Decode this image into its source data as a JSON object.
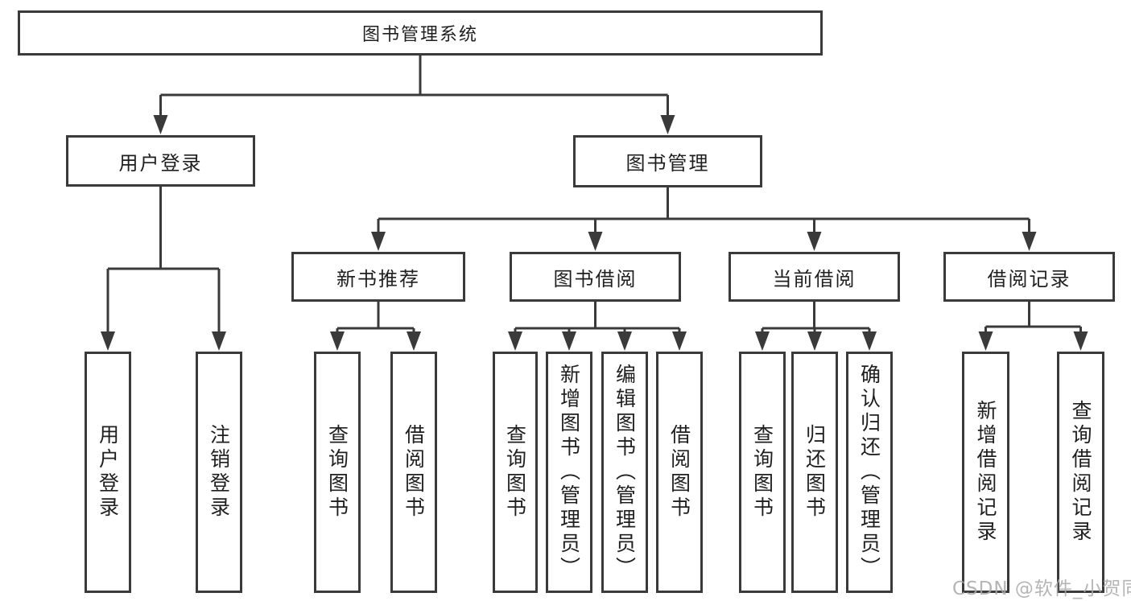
{
  "diagram": {
    "root": "图书管理系统",
    "branches": [
      {
        "label": "用户登录",
        "children": [
          {
            "label": "用户登录"
          },
          {
            "label": "注销登录"
          }
        ]
      },
      {
        "label": "图书管理",
        "children": [
          {
            "label": "新书推荐",
            "children": [
              {
                "label": "查询图书"
              },
              {
                "label": "借阅图书"
              }
            ]
          },
          {
            "label": "图书借阅",
            "children": [
              {
                "label": "查询图书"
              },
              {
                "label": "新增图书（管理员）"
              },
              {
                "label": "编辑图书（管理员）"
              },
              {
                "label": "借阅图书"
              }
            ]
          },
          {
            "label": "当前借阅",
            "children": [
              {
                "label": "查询图书"
              },
              {
                "label": "归还图书"
              },
              {
                "label": "确认归还（管理员）"
              }
            ]
          },
          {
            "label": "借阅记录",
            "children": [
              {
                "label": "新增借阅记录"
              },
              {
                "label": "查询借阅记录"
              }
            ]
          }
        ]
      }
    ]
  },
  "watermark": "CSDN @软件_小贺同学",
  "colors": {
    "line": "#3a3a3a",
    "text": "#1f1f1f",
    "background": "#ffffff",
    "watermark": "#a9a9a9"
  }
}
